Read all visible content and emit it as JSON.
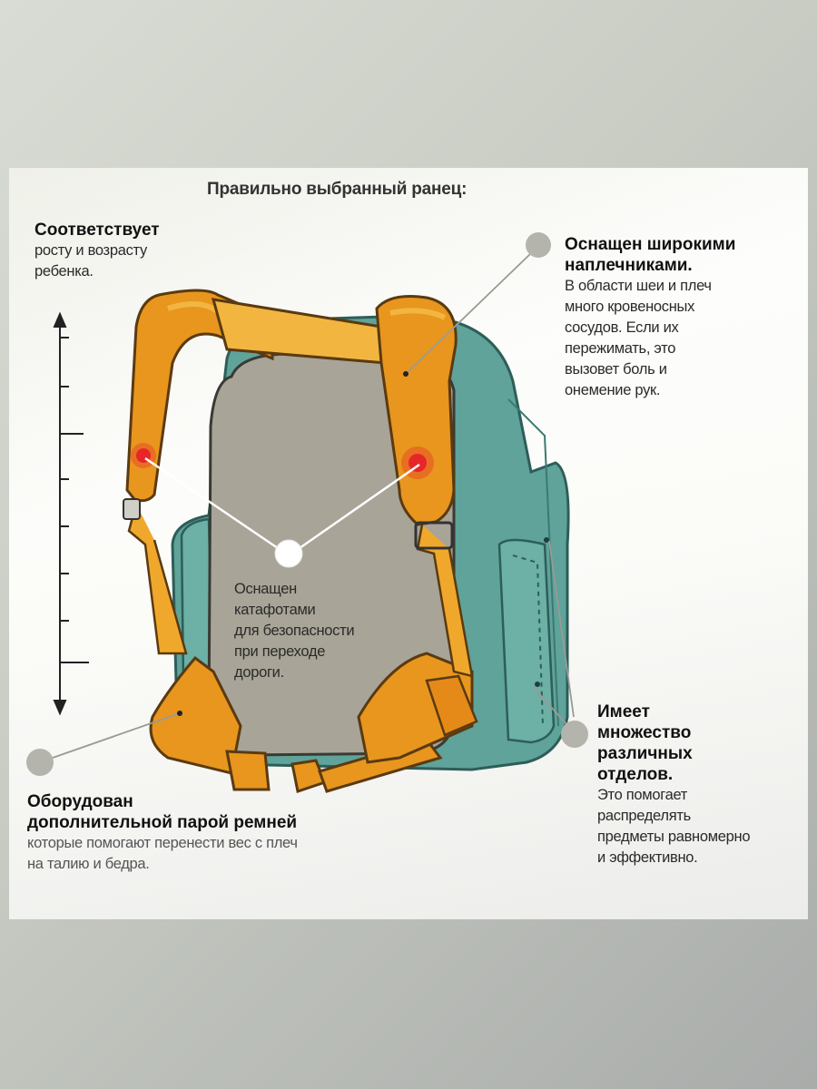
{
  "title": "Правильно выбранный ранец:",
  "callouts": {
    "size": {
      "heading": "Соответствует",
      "lines": [
        "росту и возрасту",
        "ребенка."
      ]
    },
    "straps": {
      "heading_lines": [
        "Оснащен широкими",
        "наплечниками."
      ],
      "lines": [
        "В области шеи и плеч",
        "много кровеносных",
        "сосудов. Если их",
        "пережимать, это",
        "вызовет боль и",
        "онемение рук."
      ]
    },
    "reflectors": {
      "lines": [
        "Оснащен",
        "катафотами",
        "для безопасности",
        "при переходе",
        "дороги."
      ]
    },
    "belts": {
      "heading_lines": [
        "Оборудован",
        "дополнительной парой ремней"
      ],
      "lines": [
        "которые помогают перенести вес с плеч",
        "на талию и бедра."
      ]
    },
    "compartments": {
      "heading_lines": [
        "Имеет",
        "множество",
        "различных",
        "отделов."
      ],
      "lines": [
        "Это помогает",
        "распределять",
        "предметы равномерно",
        "и эффективно."
      ]
    }
  },
  "colors": {
    "strap_orange": "#e8961e",
    "strap_light": "#f2b640",
    "backpack_teal": "#5fa39a",
    "back_panel_gray": "#a8a497",
    "reflector_red": "#e8262a",
    "marker_gray": "#b4b4ac",
    "marker_white": "#ffffff"
  },
  "icons": [
    "height-ruler-icon",
    "backpack-illustration"
  ]
}
